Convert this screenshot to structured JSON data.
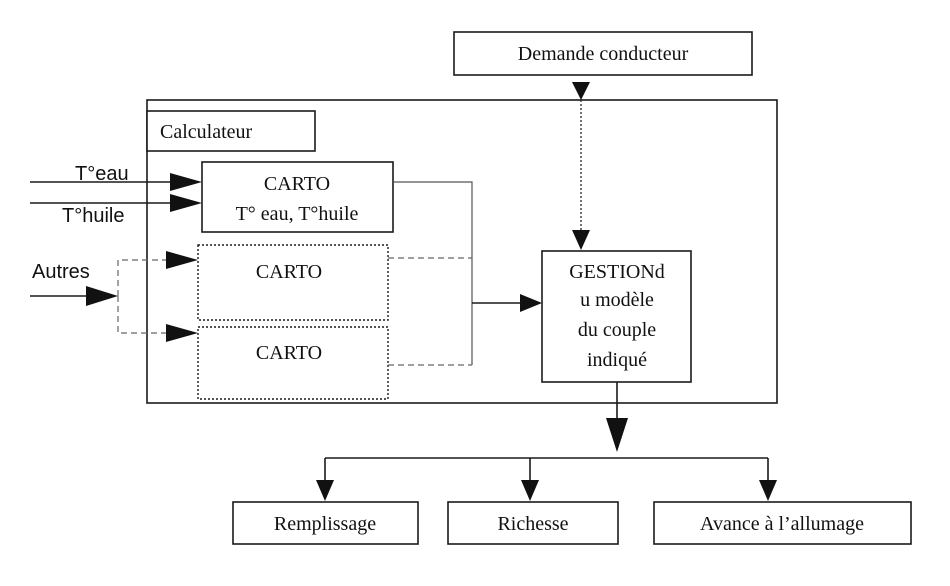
{
  "nodes": {
    "demande": "Demande conducteur",
    "calculateur": "Calculateur",
    "carto1": [
      "CARTO",
      "T° eau, T°huile"
    ],
    "carto2": "CARTO",
    "carto3": "CARTO",
    "gestion": [
      "GESTIONd",
      "u modèle",
      "du couple",
      "indiqué"
    ],
    "remplissage": "Remplissage",
    "richesse": "Richesse",
    "avance": "Avance à l’allumage"
  },
  "inputs": {
    "teau": "T°eau",
    "thuile": "T°huile",
    "autres": "Autres"
  }
}
